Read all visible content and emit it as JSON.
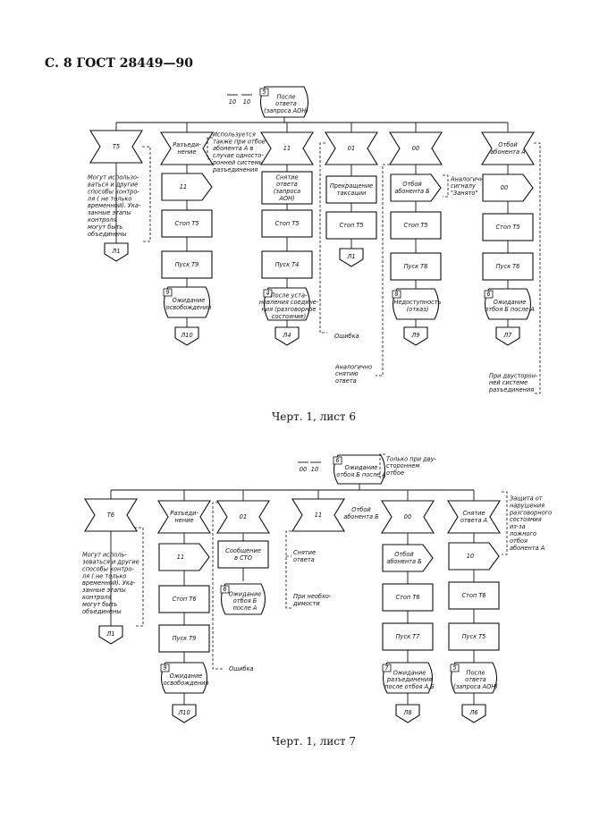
{
  "header": "С. 8 ГОСТ 28449—90",
  "captions": {
    "sheet6": "Черт. 1, лист 6",
    "sheet7": "Черт. 1, лист 7"
  },
  "sheet6": {
    "arrows": [
      "10",
      "10"
    ],
    "start": {
      "num": "5",
      "lines": [
        "После",
        "ответа",
        "(запроса АОН)"
      ]
    },
    "col1": {
      "input": "T5",
      "note": [
        "Могут использо-",
        "ваться и другие",
        "способы контро-",
        "ля ( не только",
        "временной). Ука-",
        "занные этапы",
        "контроля",
        "могут быть",
        "объединены"
      ],
      "conn": "Л1"
    },
    "col2": {
      "input": [
        "Разъеди-",
        "нение"
      ],
      "note": [
        "Используется",
        "также при отбое",
        "абонента А в",
        "случае односто-",
        "ронней системы",
        "разъединения"
      ],
      "out": "11",
      "task1": "Стоп Т5",
      "task2": "Пуск Т9",
      "state": {
        "num": "9",
        "lines": [
          "Ожидание",
          "освобождения"
        ]
      },
      "conn": "Л10"
    },
    "col3": {
      "input": "11",
      "task1": [
        "Снятие",
        "ответа",
        "(запроса",
        "АОН)"
      ],
      "task2": "Стоп Т5",
      "task3": "Пуск Т4",
      "state": {
        "num": "4",
        "lines": [
          "После уста-",
          "новления соедине-",
          "ния (разговорное",
          "состояние)"
        ]
      },
      "conn": "Л4",
      "note_error": "Ошибка",
      "note_similar": [
        "Аналогично",
        "снятию",
        "ответа"
      ]
    },
    "col4": {
      "input": "01",
      "task1": [
        "Прекращение",
        "таксации"
      ],
      "task2": "Стоп Т5",
      "conn": "Л1"
    },
    "col5": {
      "input": "00",
      "out": [
        "Отбой",
        "абонента Б"
      ],
      "note": [
        "Аналогично",
        "сигналу",
        "\"Занято\""
      ],
      "task1": "Стоп Т5",
      "task2": "Пуск Т8",
      "state": {
        "num": "8",
        "lines": [
          "Недоступность",
          "(отказ)"
        ]
      },
      "conn": "Л9"
    },
    "col6": {
      "input": [
        "Отбой",
        "абонента А"
      ],
      "out": "00",
      "task1": "Стоп Т5",
      "task2": "Пуск Т6",
      "state": {
        "num": "6",
        "lines": [
          "Ожидание",
          "отбоя Б после А"
        ]
      },
      "conn": "Л7",
      "note": [
        "При двусторон-",
        "ней системе",
        "разъединения"
      ]
    }
  },
  "sheet7": {
    "arrows": [
      "00",
      "10"
    ],
    "start": {
      "num": "6",
      "lines": [
        "Ожидание",
        "отбоя Б после А"
      ]
    },
    "start_note": [
      "Только при дву-",
      "стороннем",
      "отбое"
    ],
    "col1": {
      "input": "T6",
      "note": [
        "Могут исполь-",
        "зоваться и другие",
        "способы контро-",
        "ля ( не только",
        "временной). Ука-",
        "занные этапы",
        "контроля",
        "могут быть",
        "объединены"
      ],
      "conn": "Л1"
    },
    "col2": {
      "input": [
        "Разъеди-",
        "нение"
      ],
      "out": "11",
      "task1": "Стоп Т6",
      "task2": "Пуск Т9",
      "state": {
        "num": "9",
        "lines": [
          "Ожидание",
          "освобождения"
        ]
      },
      "conn": "Л10"
    },
    "col3": {
      "input": "01",
      "task1": [
        "Сообщение",
        "в СТО"
      ],
      "state": {
        "num": "6",
        "lines": [
          "Ожидание",
          "отбоя Б",
          "после А"
        ]
      },
      "note_error": "Ошибка"
    },
    "col4": {
      "input": "11",
      "note_answer": [
        "Снятие",
        "ответа"
      ],
      "note_needed": [
        "При необхо-",
        "димости"
      ]
    },
    "col5": {
      "input": "00",
      "label": [
        "Отбой",
        "абонента Б"
      ],
      "task1": [
        "Отбой",
        "абонента Б"
      ],
      "task2": "Стоп Т6",
      "task3": "Пуск Т7",
      "state": {
        "num": "7",
        "lines": [
          "Ожидание",
          "разъединения",
          "после отбоя А,Б"
        ]
      },
      "conn": "Л8"
    },
    "col6": {
      "input": [
        "Снятие",
        "ответа А"
      ],
      "note": [
        "Защита от",
        "нарушения",
        "разговорного",
        "состояния",
        "из-за",
        "ложного",
        "отбоя",
        "абонента А"
      ],
      "out": "10",
      "task1": "Стоп Т6",
      "task2": "Пуск Т5",
      "state": {
        "num": "5",
        "lines": [
          "После",
          "ответа",
          "(запроса АОН)"
        ]
      },
      "conn": "Л6"
    }
  }
}
